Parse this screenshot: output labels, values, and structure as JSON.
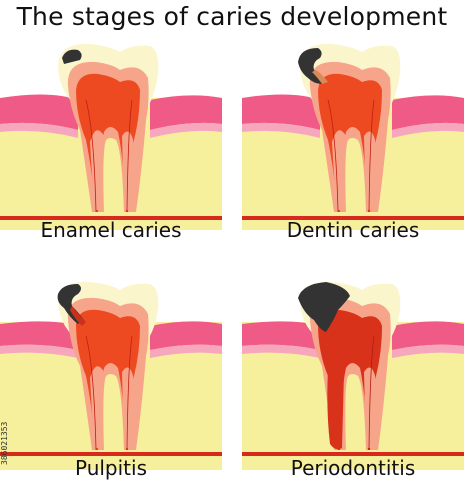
{
  "title": "The stages of caries development",
  "panels": [
    {
      "label": "Enamel caries"
    },
    {
      "label": "Dentin caries"
    },
    {
      "label": "Pulpitis"
    },
    {
      "label": "Periodontitis"
    }
  ],
  "side_code": "386021353",
  "colors": {
    "enamel": "#fbf5cc",
    "dentin_outer": "#f6a58a",
    "pulp": "#ee4a22",
    "gum_pink": "#ef5b86",
    "gum_light": "#f7a7bd",
    "bone": "#f6ef9c",
    "vessel": "#d72a1c",
    "decay": "#333333"
  }
}
